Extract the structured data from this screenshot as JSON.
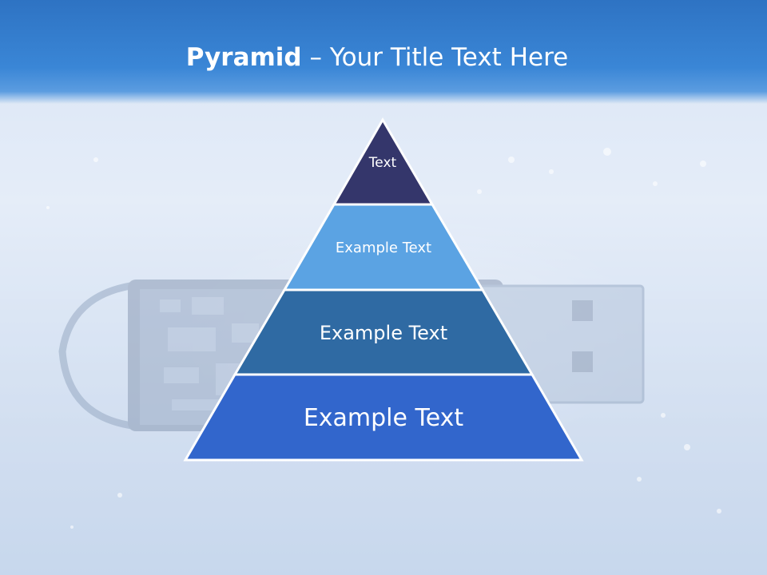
{
  "slide": {
    "title_bold": "Pyramid",
    "title_rest": " – Your Title Text Here"
  },
  "pyramid": {
    "tiers": [
      {
        "label": "Text",
        "color": "#34366b"
      },
      {
        "label": "Example Text",
        "color": "#5ba3e3"
      },
      {
        "label": "Example Text",
        "color": "#2f6aa3"
      },
      {
        "label": "Example Text",
        "color": "#3266cc"
      }
    ]
  },
  "colors": {
    "header": "#2e73c3",
    "tier_border": "#ffffff"
  }
}
